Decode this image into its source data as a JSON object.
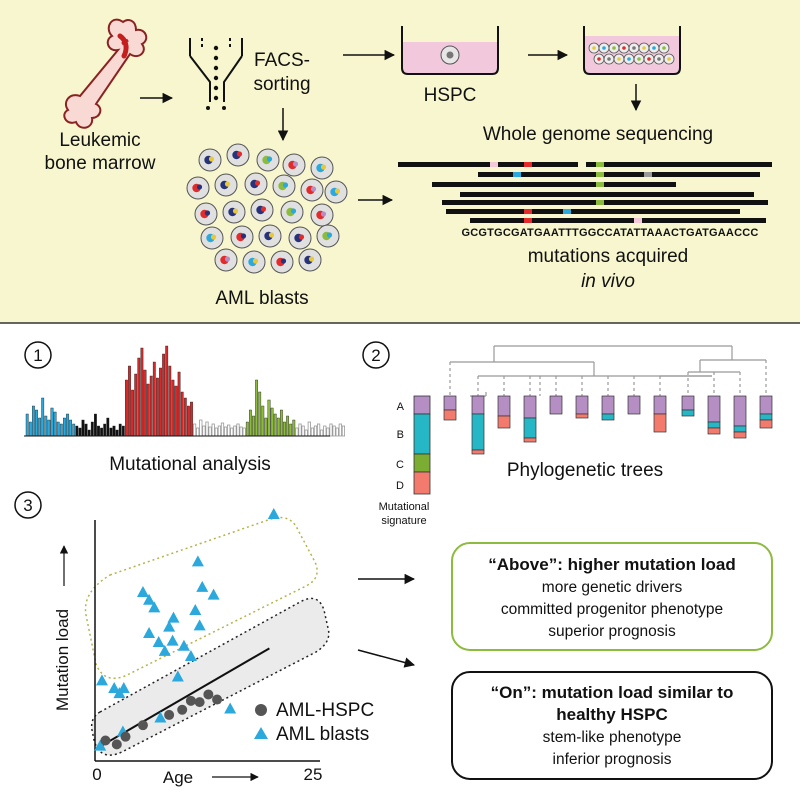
{
  "colors": {
    "panel_bg": "#f7f6cf",
    "sig_a": "#b58ec4",
    "sig_b": "#26b7c6",
    "sig_c": "#7aad32",
    "sig_d": "#f37b6e",
    "hspc_fill": "#f2c8dc",
    "above_border": "#8dbb3e",
    "on_border": "#111111",
    "hspc_point": "#555555",
    "blast_point": "#2ba8dc"
  },
  "workflow": {
    "bone_label_1": "Leukemic",
    "bone_label_2": "bone marrow",
    "facs_label_1": "FACS-",
    "facs_label_2": "sorting",
    "hspc_label": "HSPC",
    "wgs_label": "Whole genome sequencing",
    "sequence": "GCGTGCGATGAATTTGGCCATATTAAACTGATGAACCC",
    "mutations_label": "mutations acquired",
    "in_vivo_label": "in vivo",
    "blasts_label": "AML blasts"
  },
  "panels": {
    "step1": "1",
    "step2": "2",
    "step3": "3",
    "mutational_analysis": "Mutational analysis",
    "phylogenetic_trees": "Phylogenetic trees",
    "signature_letters": [
      "A",
      "B",
      "C",
      "D"
    ],
    "signature_label_1": "Mutational",
    "signature_label_2": "signature"
  },
  "chart_data": {
    "type": "scatter",
    "xlabel": "Age",
    "ylabel": "Mutation load",
    "x_tick_labels": [
      "0",
      "25"
    ],
    "xlim": [
      0,
      25
    ],
    "series": [
      {
        "name": "AML-HSPC",
        "points": [
          [
            1.2,
            1.6
          ],
          [
            2.5,
            1.3
          ],
          [
            3.5,
            1.9
          ],
          [
            5.5,
            2.8
          ],
          [
            8.5,
            3.6
          ],
          [
            10,
            4.0
          ],
          [
            11,
            4.7
          ],
          [
            12,
            4.6
          ],
          [
            13,
            5.2
          ],
          [
            14,
            4.8
          ]
        ]
      },
      {
        "name": "AML blasts",
        "points": [
          [
            0.6,
            1.2
          ],
          [
            0.8,
            6.3
          ],
          [
            2.2,
            5.7
          ],
          [
            2.8,
            5.3
          ],
          [
            3.3,
            5.7
          ],
          [
            3.2,
            2.3
          ],
          [
            5.5,
            13.2
          ],
          [
            6.2,
            12.6
          ],
          [
            6.2,
            10.0
          ],
          [
            6.8,
            12.0
          ],
          [
            7.3,
            9.3
          ],
          [
            7.5,
            3.4
          ],
          [
            8.0,
            8.6
          ],
          [
            8.5,
            10.5
          ],
          [
            8.9,
            9.4
          ],
          [
            9.0,
            11.2
          ],
          [
            9.5,
            6.6
          ],
          [
            10.2,
            9.0
          ],
          [
            11.0,
            8.2
          ],
          [
            11.5,
            11.8
          ],
          [
            11.8,
            15.6
          ],
          [
            12.0,
            10.6
          ],
          [
            12.3,
            13.6
          ],
          [
            13.6,
            13.0
          ],
          [
            15.5,
            4.1
          ],
          [
            20.5,
            19.3
          ]
        ]
      }
    ],
    "trend": [
      [
        0,
        0.9
      ],
      [
        20,
        8.8
      ]
    ]
  },
  "legend": {
    "hspc": "AML-HSPC",
    "blasts": "AML blasts"
  },
  "box_above": {
    "title": "“Above”: higher mutation load",
    "line1": "more genetic drivers",
    "line2": "committed progenitor phenotype",
    "line3": "superior prognosis"
  },
  "box_on": {
    "title_1": "“On”: mutation load similar to",
    "title_2": "healthy HSPC",
    "line1": "stem-like phenotype",
    "line2": "inferior prognosis"
  }
}
